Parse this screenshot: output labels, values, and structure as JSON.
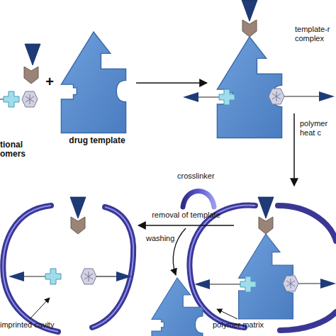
{
  "diagram": {
    "nodes": [
      {
        "text": [
          "tional omers"
        ]
      },
      {
        "text": [
          "drug template"
        ]
      },
      {
        "text": [
          "template-r complex"
        ]
      },
      {
        "text": [
          "polymer matrix"
        ]
      },
      {
        "text": [
          "imprinted cavity"
        ]
      }
    ],
    "edges": [
      {
        "from": 1,
        "to": 2,
        "arrow": "to"
      },
      {
        "from": 2,
        "to": 3,
        "label": "polymer heat c",
        "arrow": "to"
      },
      {
        "from": 3,
        "to": 4,
        "label": "removal of template",
        "arrow": "to"
      }
    ],
    "labels": [
      "+",
      "crosslinker",
      "washing"
    ]
  }
}
